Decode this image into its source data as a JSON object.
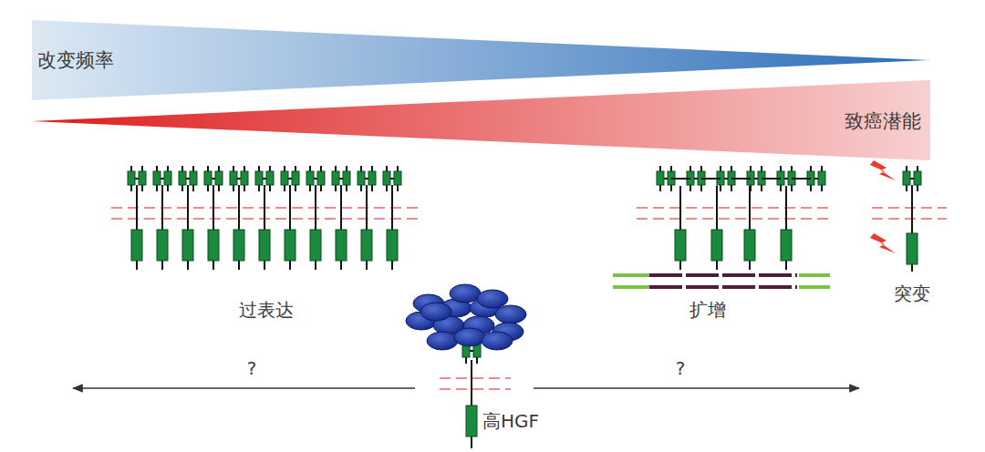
{
  "diagram": {
    "nodes": [
      {
        "text": [
          "改变频率"
        ]
      },
      {
        "text": [
          "致癌潜能"
        ]
      }
    ],
    "labels": [
      "过表达",
      "扩增",
      "突变",
      "高HGF",
      "?",
      "?"
    ]
  }
}
